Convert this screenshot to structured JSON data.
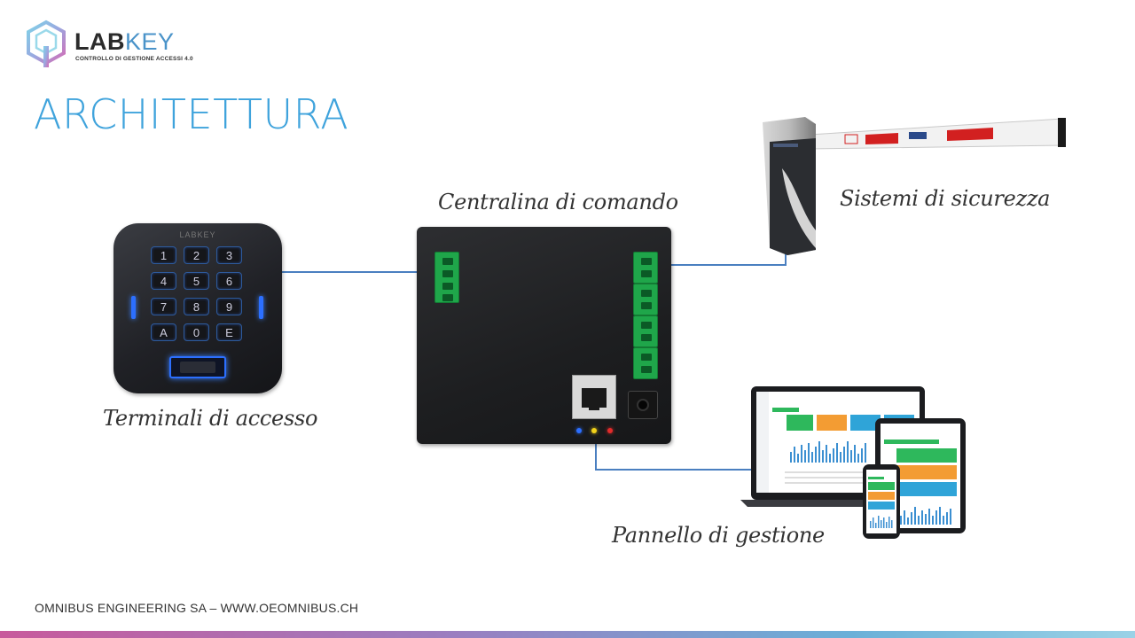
{
  "brand": {
    "name_part1": "LAB",
    "name_part2": "KEY",
    "tagline": "CONTROLLO DI GESTIONE ACCESSI 4.0",
    "icon": "hexagon-key-logo-icon"
  },
  "slide": {
    "title": "ARCHITETTURA",
    "accent_color": "#3fa3dc"
  },
  "captions": {
    "terminal": "Terminali di accesso",
    "control_unit": "Centralina di comando",
    "security": "Sistemi di sicurezza",
    "management": "Pannello di gestione"
  },
  "keypad": {
    "brand": "LABKEY",
    "keys": [
      "1",
      "2",
      "3",
      "4",
      "5",
      "6",
      "7",
      "8",
      "9",
      "A",
      "0",
      "E"
    ]
  },
  "footer": {
    "text": "OMNIBUS ENGINEERING SA – WWW.OEOMNIBUS.CH"
  },
  "colors": {
    "wire": "#4a7fc0",
    "terminal_block": "#1fa64a",
    "keypad_led": "#2c6fff"
  }
}
